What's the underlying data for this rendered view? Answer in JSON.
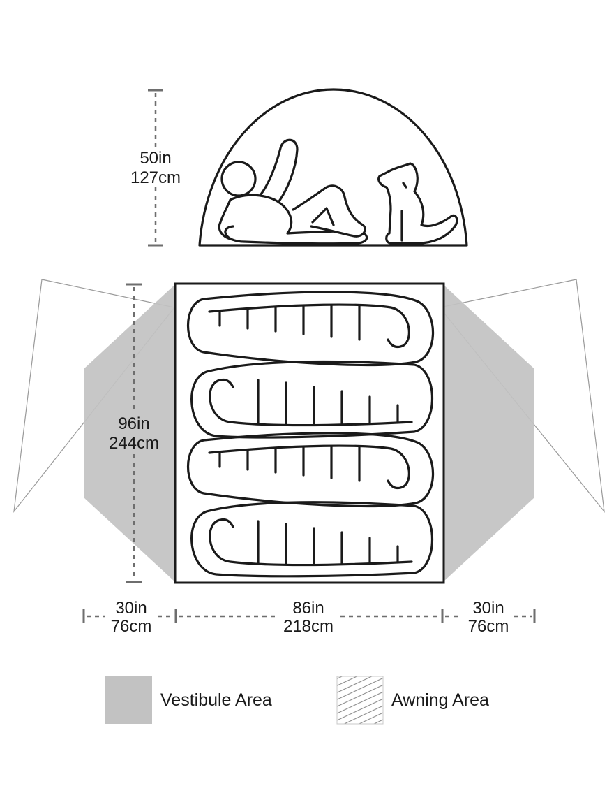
{
  "dimensions": {
    "height": {
      "imperial": "50in",
      "metric": "127cm"
    },
    "length": {
      "imperial": "96in",
      "metric": "244cm"
    },
    "vestibule_left": {
      "imperial": "30in",
      "metric": "76cm"
    },
    "width": {
      "imperial": "86in",
      "metric": "218cm"
    },
    "vestibule_right": {
      "imperial": "30in",
      "metric": "76cm"
    }
  },
  "legend": {
    "vestibule": {
      "label": "Vestibule Area",
      "color": "#c2c2c2"
    },
    "awning": {
      "label": "Awning Area",
      "color": "#8a8a8a"
    }
  },
  "colors": {
    "outline": "#1a1a1a",
    "dimension_line": "#6e6e6e",
    "floor": "#ffffff"
  }
}
